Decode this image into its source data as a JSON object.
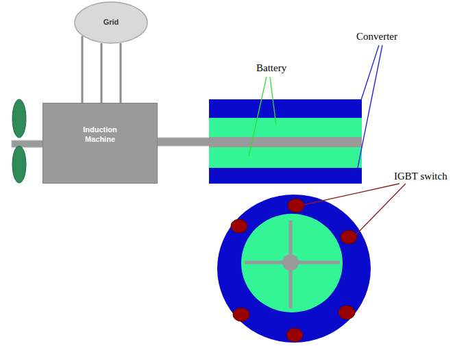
{
  "diagram": {
    "nodes": [
      {
        "text": [
          "Grid"
        ]
      },
      {
        "text": [
          "Induction Machine"
        ]
      }
    ],
    "edges": [
      {
        "from": 0,
        "to": 1,
        "arrow": "none"
      },
      {
        "from": 0,
        "to": 1,
        "arrow": "none"
      },
      {
        "from": 0,
        "to": 1,
        "arrow": "none"
      }
    ],
    "labels": [
      "Battery",
      "Converter",
      "IGBT switch"
    ]
  }
}
